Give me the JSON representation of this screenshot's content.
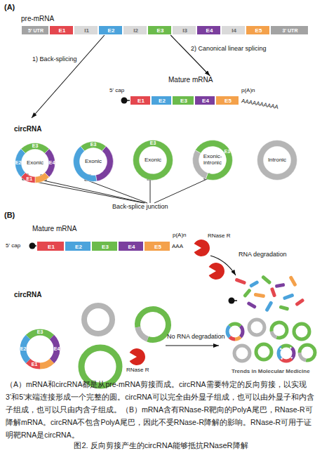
{
  "diagram": {
    "caption": "图2. 反向剪接产生的circRNA能够抵抗RNaseR降解",
    "nodes": [
      {
        "text": [
          "pre-mRNA"
        ]
      },
      {
        "text": [
          "5' UTR"
        ],
        "in": 0
      },
      {
        "text": [
          "E1"
        ],
        "in": 0
      },
      {
        "text": [
          "I1"
        ],
        "in": 0
      },
      {
        "text": [
          "E2"
        ],
        "in": 0
      },
      {
        "text": [
          "I2"
        ],
        "in": 0
      },
      {
        "text": [
          "E3"
        ],
        "in": 0
      },
      {
        "text": [
          "I3"
        ],
        "in": 0
      },
      {
        "text": [
          "E4"
        ],
        "in": 0
      },
      {
        "text": [
          "I4"
        ],
        "in": 0
      },
      {
        "text": [
          "E5"
        ],
        "in": 0
      },
      {
        "text": [
          "3' UTR"
        ],
        "in": 0
      },
      {
        "text": [
          "Mature mRNA"
        ]
      },
      {
        "text": [
          "E1"
        ],
        "in": 12
      },
      {
        "text": [
          "E2"
        ],
        "in": 12
      },
      {
        "text": [
          "E3"
        ],
        "in": 12
      },
      {
        "text": [
          "E4"
        ],
        "in": 12
      },
      {
        "text": [
          "E5"
        ],
        "in": 12
      },
      {
        "text": [
          "circRNA"
        ]
      },
      {
        "text": [
          "E3",
          "E2",
          "E4",
          "E1",
          "Exonic"
        ],
        "in": 18
      },
      {
        "text": [
          "E3",
          "Exonic"
        ],
        "in": 18
      },
      {
        "text": [
          "E3",
          "Exonic"
        ],
        "in": 18
      },
      {
        "text": [
          "E3",
          "Exonic-intronic"
        ],
        "in": 18
      },
      {
        "text": [
          "Intronic"
        ],
        "in": 18
      },
      {
        "text": [
          "Mature mRNA"
        ]
      },
      {
        "text": [
          "E1"
        ],
        "in": 24
      },
      {
        "text": [
          "E2"
        ],
        "in": 24
      },
      {
        "text": [
          "E3"
        ],
        "in": 24
      },
      {
        "text": [
          "E4"
        ],
        "in": 24
      },
      {
        "text": [
          "E5"
        ],
        "in": 24
      }
    ],
    "edges": [
      {
        "from": 0,
        "to": 18,
        "label": "1) Back-splicing",
        "arrow": "to"
      },
      {
        "from": 0,
        "to": 12,
        "label": "2) Canonical linear splicing",
        "arrow": "to"
      }
    ],
    "labels": [
      "(A)",
      "5' cap",
      "p(A)n",
      "AAAAAAAAAA",
      "Back-splice junction",
      "(B)",
      "5' cap",
      "p(A)n",
      "AAA",
      "RNase R",
      "RNA degradation",
      "circRNA",
      "E3",
      "E2",
      "E4",
      "E1",
      "RNase R",
      "No RNA degradation",
      "Trends in Molecular Medicine",
      "（A）mRNA和circRNA都是从pre-mRNA剪接而成。circRNA需要特定的反向剪接，以实现3’和5’末端连接形成一个完整的圆。circRNA可以完全由外显子组成，也可以由外显子和内含子组成，也可以只由内含子组成。（B）mRNA含有RNase-R靶向的PolyA尾巴，RNase-R可降解mRNA。circRNA不包含PolyA尾巴，因此不受RNase-R降解的影响。RNase-R可用于证明靶RNA是circRNA。"
    ]
  }
}
